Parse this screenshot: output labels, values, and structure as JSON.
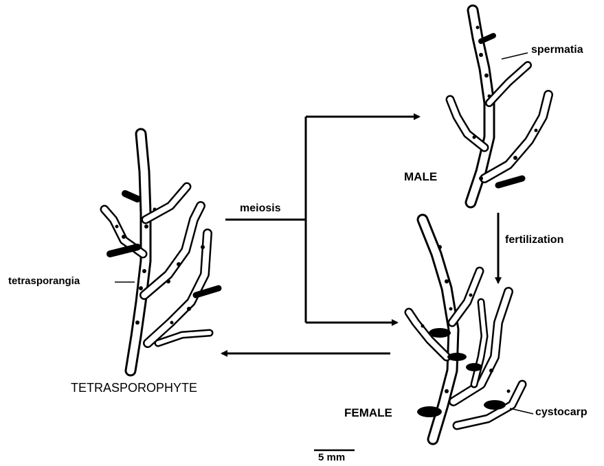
{
  "labels": {
    "meiosis": "meiosis",
    "fertilization": "fertilization",
    "tetrasporangia": "tetrasporangia",
    "tetrasporophyte": "TETRASPOROPHYTE",
    "male": "MALE",
    "female": "FEMALE",
    "spermatia": "spermatia",
    "cystocarp": "cystocarp",
    "scale_bar": "5 mm"
  },
  "colors": {
    "ink": "#000000",
    "plant_fill": "#ffffff"
  }
}
